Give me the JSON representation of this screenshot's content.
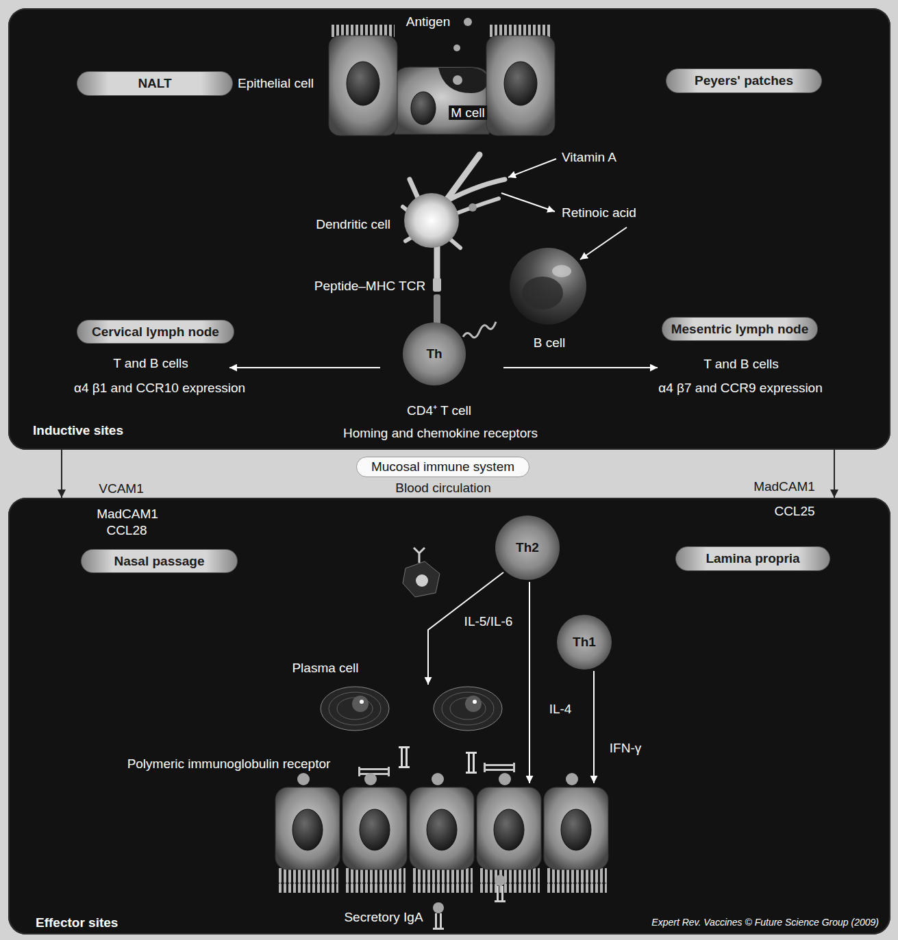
{
  "diagram": {
    "nodes": [
      {
        "text": [
          "Inductive sites"
        ]
      },
      {
        "text": [
          "NALT"
        ],
        "in": 0
      },
      {
        "text": [
          "Peyers' patches"
        ],
        "in": 0
      },
      {
        "text": [
          "Th"
        ],
        "in": 0
      },
      {
        "text": [
          "Cervical lymph node"
        ],
        "in": 0
      },
      {
        "text": [
          "Mesentric lymph node"
        ],
        "in": 0
      },
      {
        "text": [
          "Mucosal immune system"
        ]
      },
      {
        "text": [
          "Effector sites"
        ]
      },
      {
        "text": [
          "Nasal passage"
        ],
        "in": 7
      },
      {
        "text": [
          "Th2"
        ],
        "in": 7
      },
      {
        "text": [
          "Lamina propria"
        ],
        "in": 7
      },
      {
        "text": [
          "Th1"
        ],
        "in": 7
      }
    ],
    "edges": [
      {
        "from": 0,
        "to": 7,
        "arrow": "to"
      },
      {
        "from": 0,
        "to": 7,
        "arrow": "to"
      }
    ],
    "labels": [
      "Antigen",
      "Epithelial cell",
      "M cell",
      "Vitamin A",
      "Retinoic acid",
      "Dendritic cell",
      "Peptide–MHC TCR",
      "B cell",
      "T and B cells",
      "α4 β1 and CCR10 expression",
      "T and B cells",
      "α4 β7 and CCR9 expression",
      "CD4⁺ T cell",
      "Homing and chemokine receptors",
      "VCAM1",
      "Blood circulation",
      "MadCAM1",
      "MadCAM1",
      "CCL28",
      "CCL25",
      "IL-5/IL-6",
      "Plasma cell",
      "IL-4",
      "IFN-γ",
      "Polymeric immunoglobulin receptor",
      "Secretory IgA",
      "Expert Rev. Vaccines © Future Science Group (2009)"
    ]
  }
}
